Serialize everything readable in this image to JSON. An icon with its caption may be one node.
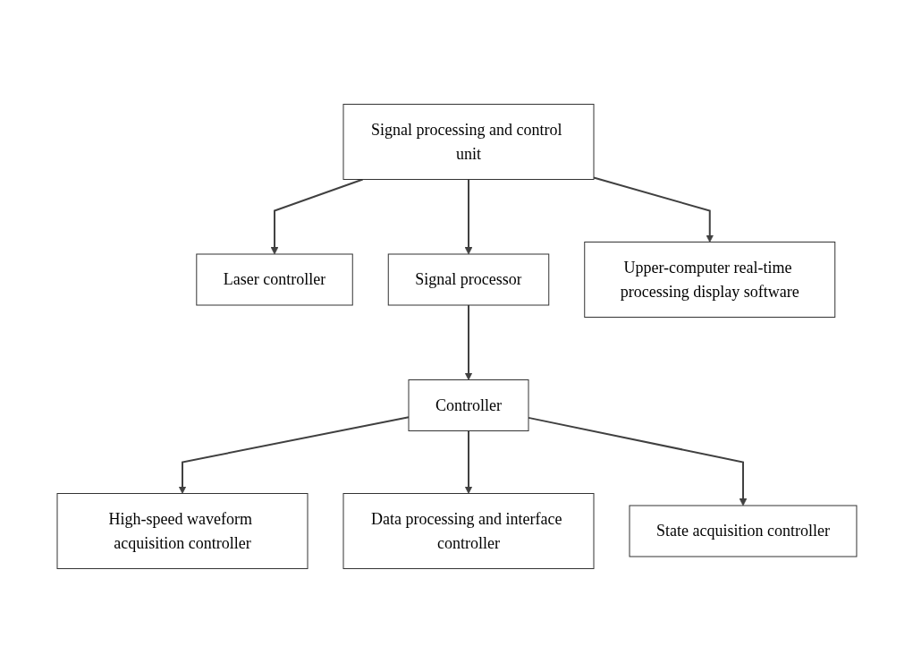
{
  "diagram": {
    "nodes": [
      {
        "text": [
          "Signal processing and control unit"
        ]
      },
      {
        "text": [
          "Laser controller"
        ]
      },
      {
        "text": [
          "Signal processor"
        ]
      },
      {
        "text": [
          "Upper-computer real-time processing display software"
        ]
      },
      {
        "text": [
          "Controller"
        ]
      },
      {
        "text": [
          "High-speed waveform acquisition controller"
        ]
      },
      {
        "text": [
          "Data processing and interface controller"
        ]
      },
      {
        "text": [
          "State acquisition controller"
        ]
      }
    ],
    "edges": [
      {
        "from": 0,
        "to": 1,
        "arrow": "to"
      },
      {
        "from": 0,
        "to": 2,
        "arrow": "to"
      },
      {
        "from": 0,
        "to": 3,
        "arrow": "to"
      },
      {
        "from": 2,
        "to": 4,
        "arrow": "to"
      },
      {
        "from": 4,
        "to": 5,
        "arrow": "to"
      },
      {
        "from": 4,
        "to": 6,
        "arrow": "to"
      },
      {
        "from": 4,
        "to": 7,
        "arrow": "to"
      }
    ]
  }
}
